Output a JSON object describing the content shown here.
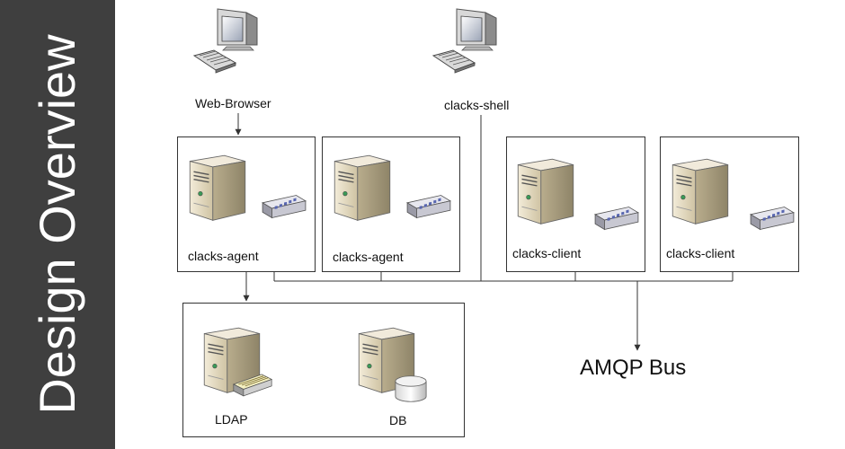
{
  "sidebar": {
    "title": "Design Overview"
  },
  "nodes": {
    "web_browser": "Web-Browser",
    "clacks_shell": "clacks-shell",
    "agent_1": "clacks-agent",
    "agent_2": "clacks-agent",
    "client_1": "clacks-client",
    "client_2": "clacks-client",
    "ldap": "LDAP",
    "db": "DB",
    "amqp_bus": "AMQP Bus"
  },
  "icons": {
    "workstation": "desktop-computer-icon",
    "server": "server-tower-icon",
    "network_device": "network-device-icon",
    "tape": "tape-drive-icon",
    "database": "database-icon"
  },
  "colors": {
    "sidebar_bg": "#3f3f3f",
    "server_beige": "#e2d8bf",
    "line": "#333333"
  }
}
